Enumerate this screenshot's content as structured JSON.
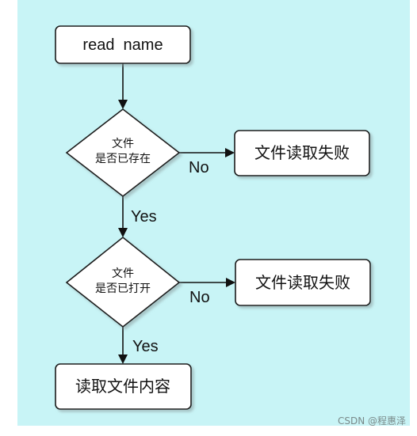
{
  "nodes": {
    "start": "read  name",
    "check_exists": [
      "文件",
      "是否已存在"
    ],
    "fail_1": "文件读取失败",
    "check_open": [
      "文件",
      "是否已打开"
    ],
    "fail_2": "文件读取失败",
    "read_content": "读取文件内容"
  },
  "edges": {
    "exists_no": "No",
    "exists_yes": "Yes",
    "open_no": "No",
    "open_yes": "Yes"
  },
  "watermark": "CSDN @程惠泽",
  "colors": {
    "background": "#c8f4f6",
    "node_fill": "#ffffff",
    "stroke": "#1a1a1a"
  }
}
